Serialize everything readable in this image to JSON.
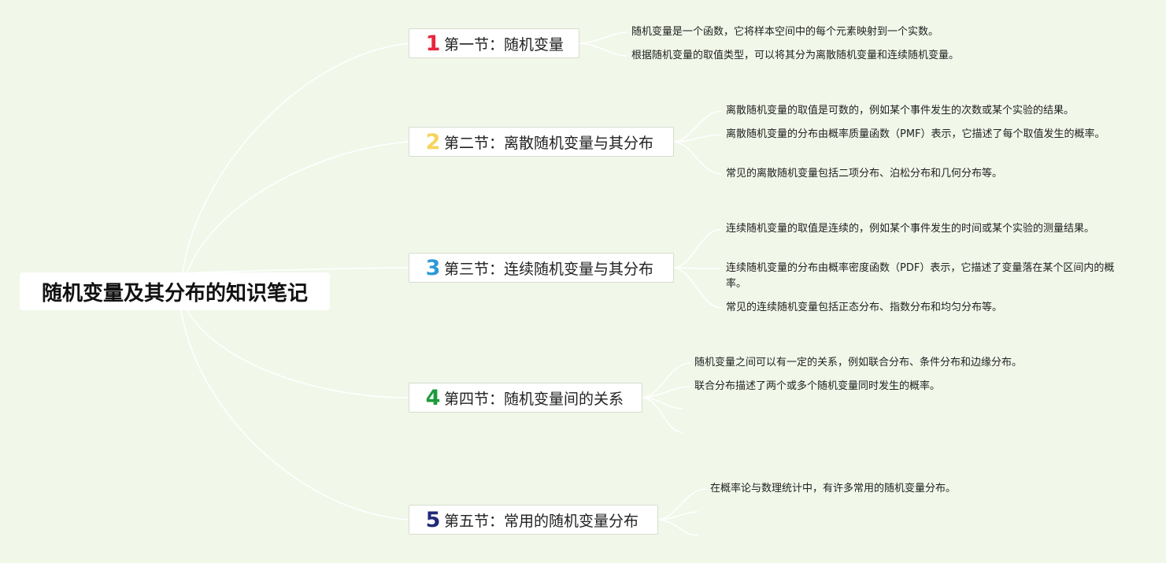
{
  "root": {
    "title": "随机变量及其分布的知识笔记"
  },
  "sections": [
    {
      "number": "1",
      "color": "#e8253b",
      "title": "第一节：随机变量",
      "details": [
        "随机变量是一个函数，它将样本空间中的每个元素映射到一个实数。",
        "根据随机变量的取值类型，可以将其分为离散随机变量和连续随机变量。"
      ]
    },
    {
      "number": "2",
      "color": "#f6d35c",
      "title": "第二节：离散随机变量与其分布",
      "details": [
        "离散随机变量的取值是可数的，例如某个事件发生的次数或某个实验的结果。",
        "离散随机变量的分布由概率质量函数（PMF）表示，它描述了每个取值发生的概率。",
        "常见的离散随机变量包括二项分布、泊松分布和几何分布等。"
      ]
    },
    {
      "number": "3",
      "color": "#2c9ad8",
      "title": "第三节：连续随机变量与其分布",
      "details": [
        "连续随机变量的取值是连续的，例如某个事件发生的时间或某个实验的测量结果。",
        "连续随机变量的分布由概率密度函数（PDF）表示，它描述了变量落在某个区间内的概率。",
        "常见的连续随机变量包括正态分布、指数分布和均匀分布等。"
      ]
    },
    {
      "number": "4",
      "color": "#1e9a3c",
      "title": "第四节：随机变量间的关系",
      "details": [
        "随机变量之间可以有一定的关系，例如联合分布、条件分布和边缘分布。",
        "联合分布描述了两个或多个随机变量同时发生的概率。"
      ]
    },
    {
      "number": "5",
      "color": "#1f2a78",
      "title": "第五节：常用的随机变量分布",
      "details": [
        "在概率论与数理统计中，有许多常用的随机变量分布。"
      ]
    }
  ]
}
